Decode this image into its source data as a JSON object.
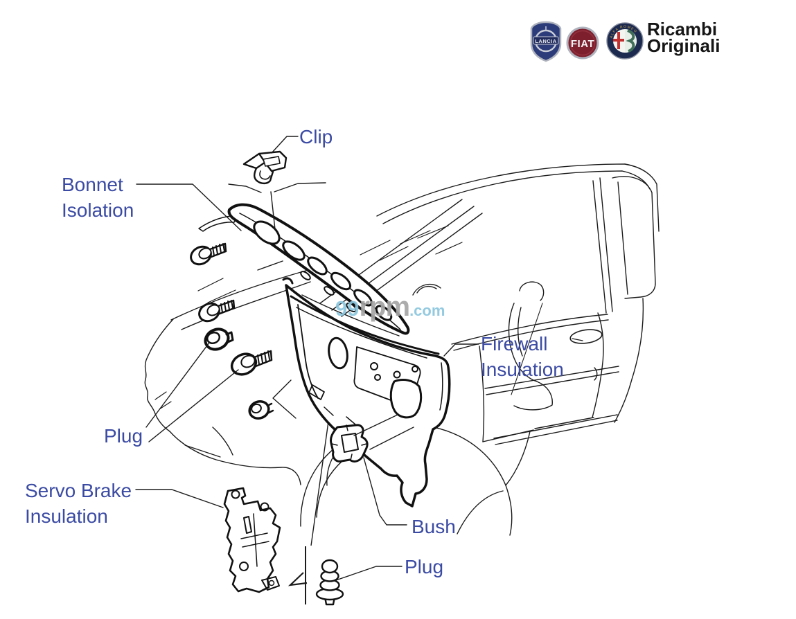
{
  "brand": {
    "title_line1": "Ricambi",
    "title_line2": "Originali",
    "logos": {
      "lancia": {
        "name": "Lancia",
        "text": "LANCIA"
      },
      "fiat": {
        "name": "Fiat",
        "text": "FIAT"
      },
      "alfa": {
        "name": "Alfa Romeo",
        "text": "ALFA ROMEO"
      }
    }
  },
  "watermark": {
    "p1": "99",
    "p2": "rpm",
    "p3": ".com"
  },
  "labels": {
    "clip": "Clip",
    "bonnet": {
      "l1": "Bonnet",
      "l2": "Isolation"
    },
    "firewall": {
      "l1": "Firewall",
      "l2": "Insulation"
    },
    "plug_left": "Plug",
    "servo": {
      "l1": "Servo Brake",
      "l2": "Insulation"
    },
    "bush": "Bush",
    "plug_bottom": "Plug"
  },
  "colors": {
    "label_text": "#3b4ba3",
    "line_art": "#1b1b1b",
    "watermark_blue": "#8cc6de",
    "watermark_gray": "#a6a6a6",
    "brand_text": "#161616",
    "lancia_navy": "#2c3b7a",
    "fiat_maroon": "#7e1f2d",
    "alfa_navy": "#1d2a50",
    "alfa_green": "#3f6f58",
    "alfa_red": "#c03030",
    "chrome": "#aeb3bd"
  }
}
